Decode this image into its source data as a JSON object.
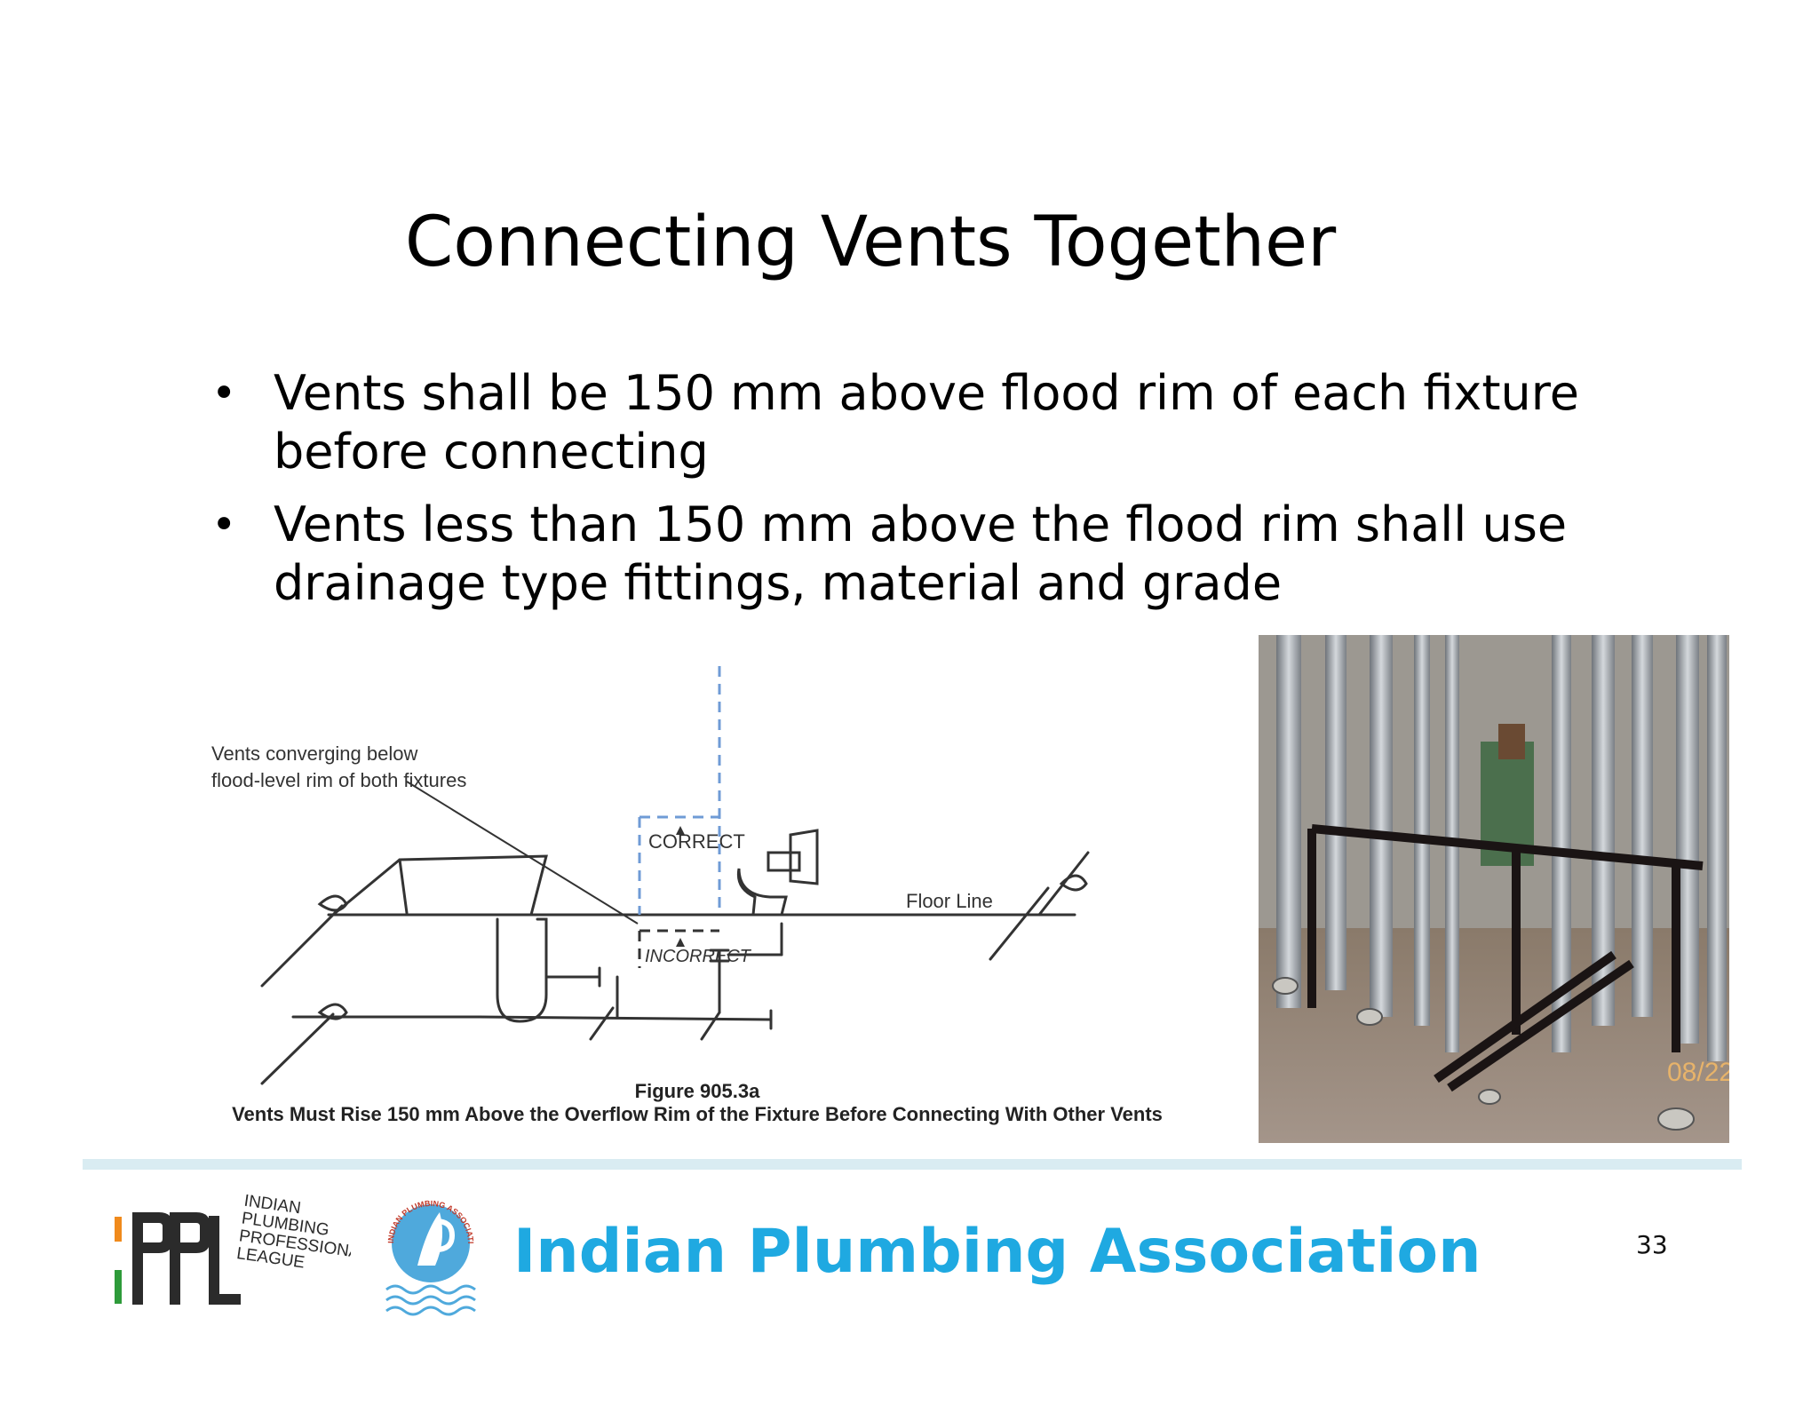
{
  "slide": {
    "title": "Connecting Vents Together",
    "bullets": [
      "Vents shall be 150 mm above flood rim of each fixture before connecting",
      "Vents less than 150 mm above the flood rim shall use drainage type fittings, material and grade"
    ],
    "bullet_glyph": "•"
  },
  "figure": {
    "callout_line1": "Vents converging below",
    "callout_line2": "flood-level rim of both fixtures",
    "correct_label": "CORRECT",
    "incorrect_label": "INCORRECT",
    "floor_label": "Floor Line",
    "figure_number": "Figure 905.3a",
    "caption": "Vents Must Rise 150 mm Above the Overflow Rim of the Fixture Before Connecting With Other Vents"
  },
  "photo": {
    "date_stamp": "08/22"
  },
  "footer": {
    "ippl_logo_text": [
      "INDIAN",
      "PLUMBING",
      "PROFESSIONALS",
      "LEAGUE"
    ],
    "ipa_logo_ring_text": "INDIAN PLUMBING ASSOCIATION",
    "organization": "Indian Plumbing Association",
    "page_number": "33"
  },
  "colors": {
    "accent": "#1fa9e1",
    "footer_bar": "#d9ecf2",
    "diagram_dashed": "#6f9bd6"
  }
}
